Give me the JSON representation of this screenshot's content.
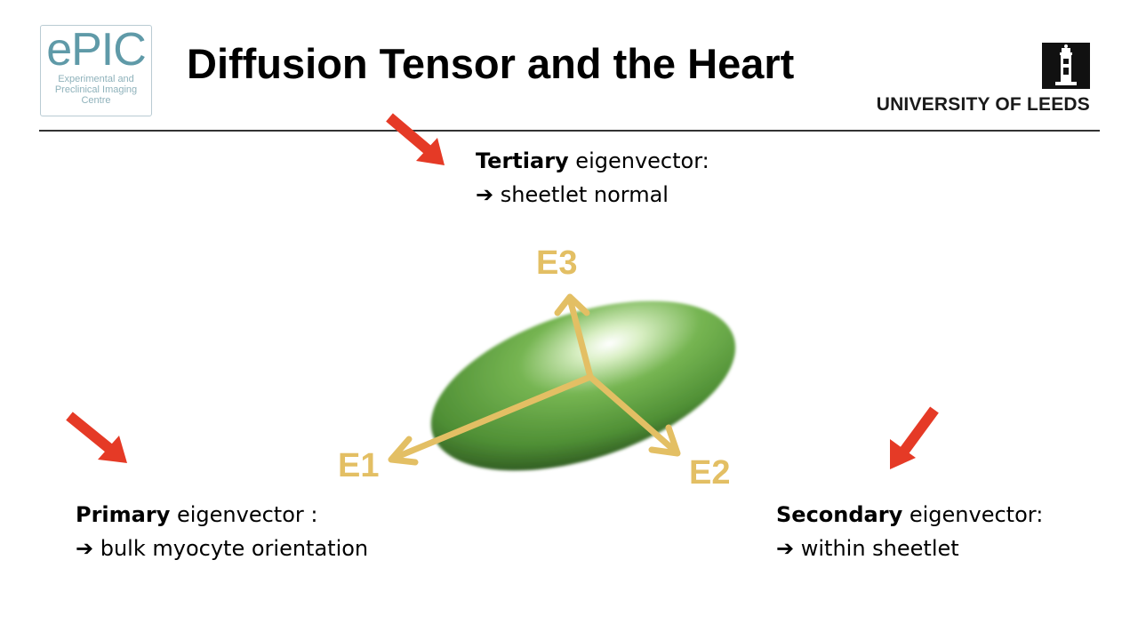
{
  "header": {
    "title": "Diffusion Tensor and the Heart",
    "epic_logo": {
      "mark": "ePIC",
      "subtitle_lines": [
        "Experimental and",
        "Preclinical Imaging",
        "Centre"
      ]
    },
    "university": "UNIVERSITY OF LEEDS"
  },
  "figure": {
    "axis_labels": {
      "e1": "E1",
      "e2": "E2",
      "e3": "E3"
    },
    "colors": {
      "axis": "#e3bf64",
      "ellipsoid": "#4f9433",
      "pointer_arrow": "#e53a26"
    }
  },
  "captions": {
    "tertiary": {
      "term": "Tertiary",
      "rest": " eigenvector:",
      "detail": "➔ sheetlet normal"
    },
    "primary": {
      "term": "Primary",
      "rest": " eigenvector :",
      "detail": "➔ bulk myocyte orientation"
    },
    "secondary": {
      "term": "Secondary",
      "rest": " eigenvector:",
      "detail": "➔ within sheetlet"
    }
  }
}
